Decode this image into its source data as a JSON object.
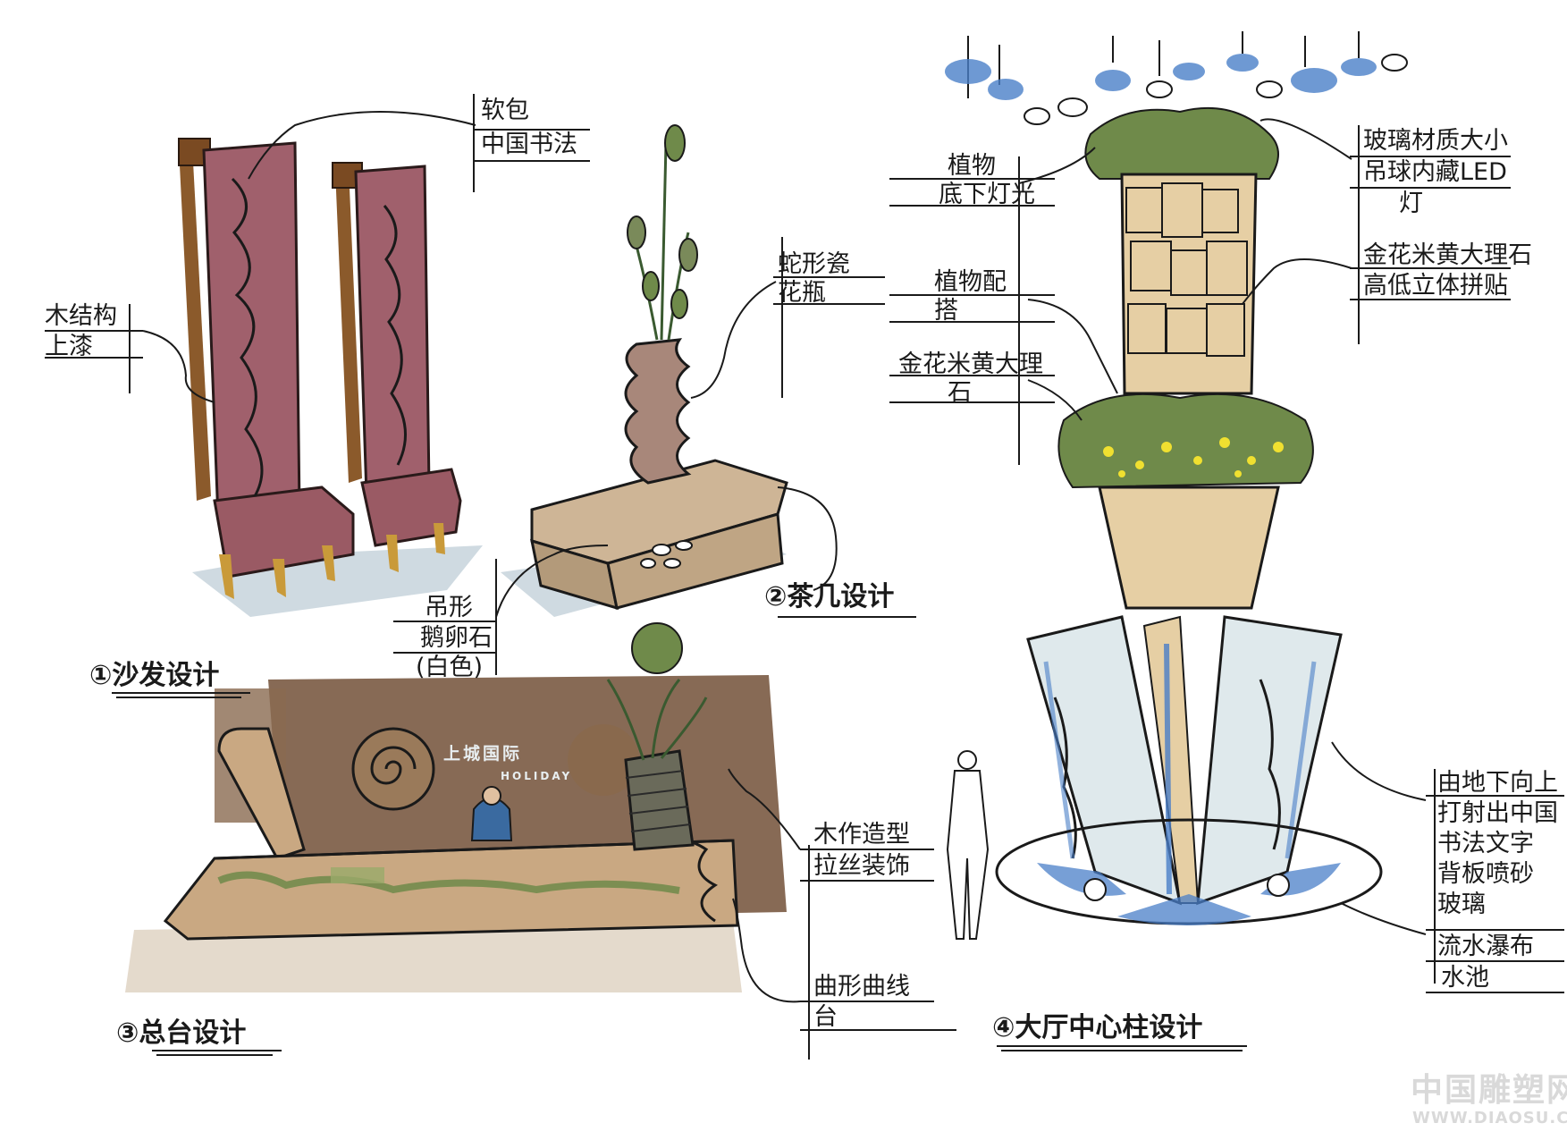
{
  "annotations": {
    "sofa_fabric_1": "软包",
    "sofa_fabric_2": "中国书法",
    "sofa_wood_1": "木结构",
    "sofa_wood_2": "上漆",
    "vase_1": "蛇形瓷",
    "vase_2": "花瓶",
    "table_1": "吊形",
    "table_2": "鹅卵石",
    "table_3": "(白色)",
    "plant_light_1": "植物",
    "plant_light_2": "底下灯光",
    "plant_pot_1": "植物配",
    "plant_pot_2": "搭",
    "marble_1": "金花米黄大理",
    "marble_2": "石",
    "glass_1": "玻璃材质大小",
    "glass_2": "吊球内藏LED",
    "glass_3": "灯",
    "stone_1": "金花米黄大理石",
    "stone_2": "高低立体拼贴",
    "counter_wood_1": "木作造型",
    "counter_wood_2": "拉丝装饰",
    "counter_base_1": "曲形曲线",
    "counter_base_2": "台",
    "panel_1": "由地下向上",
    "panel_2": "打射出中国",
    "panel_3": "书法文字",
    "panel_4": "背板喷砂",
    "panel_5": "玻璃",
    "water_1": "流水瀑布",
    "pool": "水池"
  },
  "titles": {
    "sofa": "①沙发设计",
    "tea_table": "②茶几设计",
    "front_desk": "③总台设计",
    "column": "④大厅中心柱设计"
  },
  "signage": {
    "main": "上城国际",
    "sub": "HOLIDAY"
  },
  "watermark": {
    "cn": "中国雕塑网",
    "url": "WWW.DIAOSU.CN"
  },
  "colors": {
    "sofa": "#a0606c",
    "wood": "#8b5a2b",
    "stone": "#e6cfa4",
    "foliage": "#6f8a4a",
    "water": "#4a7fc8",
    "brown_wall": "#7a5a42"
  }
}
